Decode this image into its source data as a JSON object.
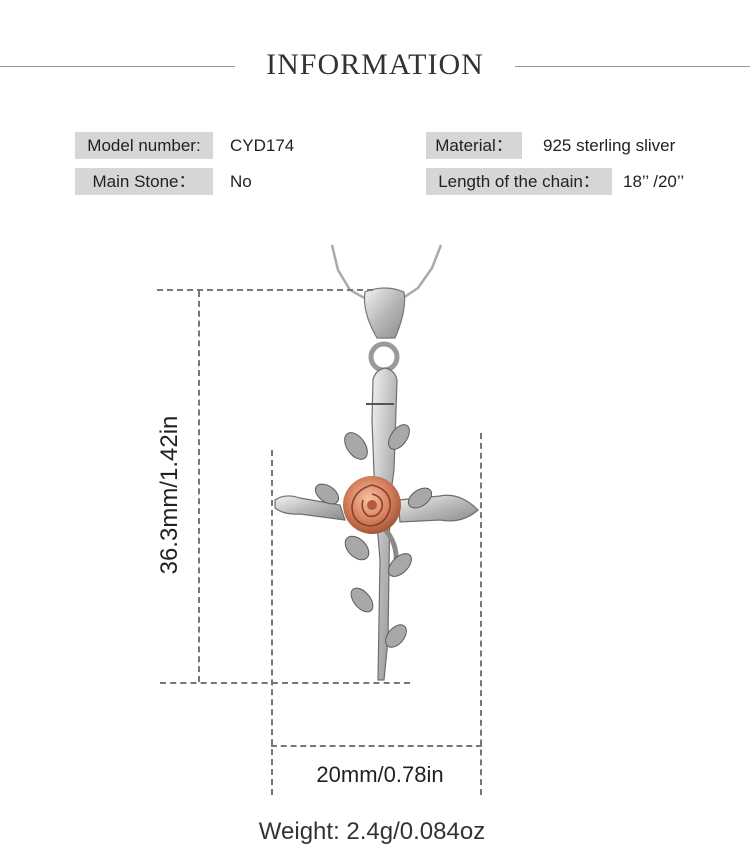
{
  "heading": {
    "title": "INFORMATION"
  },
  "specs": {
    "model_label": "Model number:",
    "model_value": "CYD174",
    "stone_label": "Main Stone：",
    "stone_value": "No",
    "material_label": "Material：",
    "material_value": "925 sterling sliver",
    "chain_label": "Length of the chain：",
    "chain_value": "18’’ /20’’"
  },
  "dimensions": {
    "height": "36.3mm/1.42in",
    "width": "20mm/0.78in",
    "weight": "Weight: 2.4g/0.084oz"
  },
  "colors": {
    "silver": "#c8c8c8",
    "rose_gold": "#d98a6a",
    "label_bg": "#d6d6d6"
  }
}
